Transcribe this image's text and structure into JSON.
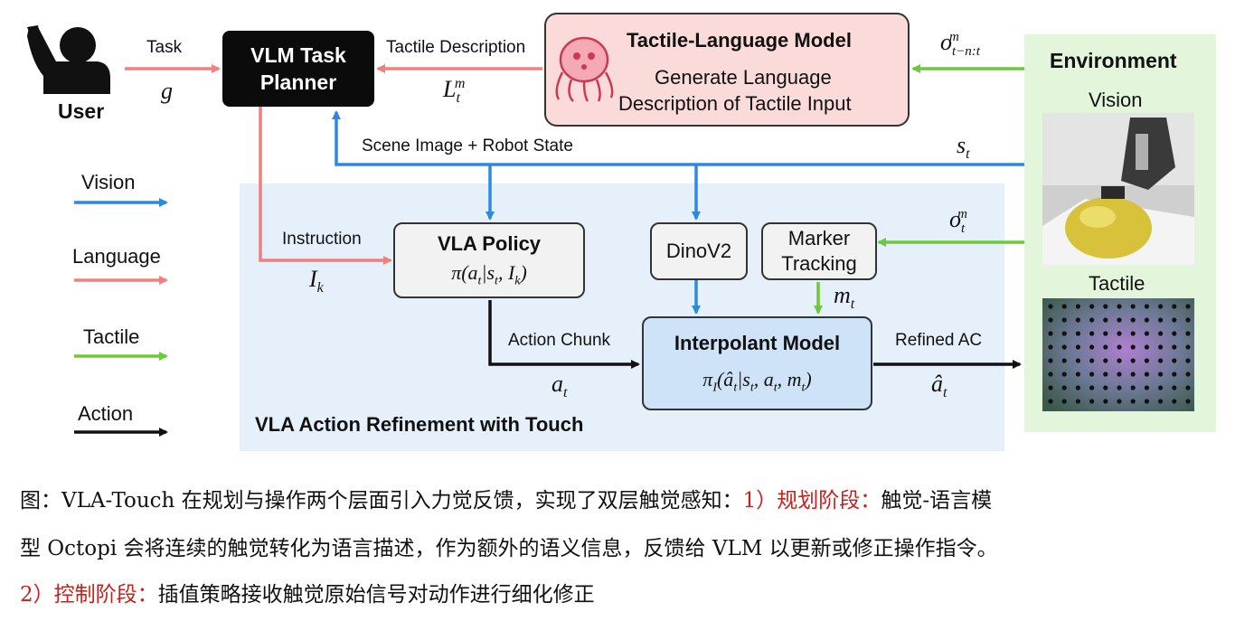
{
  "user": {
    "label": "User",
    "icon": "user-raising-hand-icon"
  },
  "task": {
    "label": "Task",
    "symbol": "g"
  },
  "planner": {
    "line1": "VLM Task",
    "line2": "Planner"
  },
  "tactile_description": {
    "label": "Tactile Description",
    "symbol": "L_t^m"
  },
  "tactile_language_model": {
    "title": "Tactile-Language Model",
    "line1": "Generate Language",
    "line2": "Description of Tactile Input",
    "icon": "octopus-icon"
  },
  "obs_history": {
    "symbol": "o^m_{t-n:t}"
  },
  "environment": {
    "title": "Environment",
    "vision_label": "Vision",
    "tactile_label": "Tactile"
  },
  "scene_state": {
    "label": "Scene Image + Robot State",
    "symbol": "s_t"
  },
  "legend": [
    {
      "label": "Vision",
      "color": "#2b8ae0"
    },
    {
      "label": "Language",
      "color": "#f07f7f"
    },
    {
      "label": "Tactile",
      "color": "#6dc93a"
    },
    {
      "label": "Action",
      "color": "#111111"
    }
  ],
  "instruction": {
    "label": "Instruction",
    "symbol": "I_k"
  },
  "vla_policy": {
    "title": "VLA Policy",
    "formula": "π(a_t|s_t, I_k)"
  },
  "dinov2": {
    "label": "DinoV2"
  },
  "marker_tracking": {
    "line1": "Marker",
    "line2": "Tracking"
  },
  "obs_tactile": {
    "symbol": "o_t^m"
  },
  "marker_output": {
    "symbol": "m_t"
  },
  "action_chunk": {
    "label": "Action Chunk",
    "symbol": "a_t"
  },
  "interpolant": {
    "title": "Interpolant Model",
    "formula": "π_I(â_t|s_t, a_t, m_t)"
  },
  "refined": {
    "label": "Refined AC",
    "symbol": "â_t"
  },
  "refinement_region": {
    "label": "VLA Action Refinement with Touch"
  },
  "caption": {
    "line1_prefix": "图：VLA-Touch 在规划与操作两个层面引入力觉反馈，实现了双层触觉感知：",
    "line1_red": "1）规划阶段：",
    "line1_suffix": "触觉-语言模",
    "line2": "型 Octopi 会将连续的触觉转化为语言描述，作为额外的语义信息，反馈给 VLM 以更新或修正操作指令。",
    "line3_red": "2）控制阶段：",
    "line3_suffix": "插值策略接收触觉原始信号对动作进行细化修正"
  },
  "colors": {
    "vision": "#2b8ae0",
    "language": "#f07f7f",
    "tactile": "#6dc93a",
    "action": "#111111",
    "refinement_bg": "#e6f0fb",
    "environment_bg": "#e3f6dc",
    "tlm_bg": "#fbdada",
    "interpolant_bg": "#cfe3f8",
    "caption_red": "#cc1f1a"
  }
}
